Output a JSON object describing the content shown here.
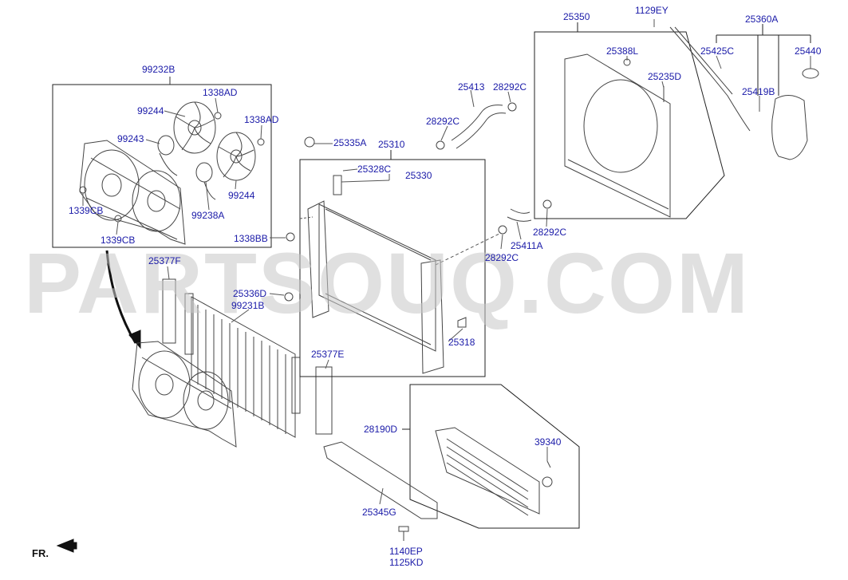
{
  "watermark": "PARTSOUQ.COM",
  "direction_label": "FR.",
  "part_labels": {
    "p99232B": "99232B",
    "p1338AD_a": "1338AD",
    "p99244_a": "99244",
    "p1338AD_b": "1338AD",
    "p99243": "99243",
    "p99244_b": "99244",
    "p1339CB_a": "1339CB",
    "p99238A": "99238A",
    "p1339CB_b": "1339CB",
    "p25377F": "25377F",
    "p25335A": "25335A",
    "p25310": "25310",
    "p25328C": "25328C",
    "p25330": "25330",
    "p1338BB": "1338BB",
    "p25336D": "25336D",
    "p99231B": "99231B",
    "p25318": "25318",
    "p25377E": "25377E",
    "p25413": "25413",
    "p28292C_a": "28292C",
    "p28292C_b": "28292C",
    "p28292C_c": "28292C",
    "p25411A": "25411A",
    "p28292C_d": "28292C",
    "p25350": "25350",
    "p1129EY": "1129EY",
    "p25360A": "25360A",
    "p25388L": "25388L",
    "p25425C": "25425C",
    "p25440": "25440",
    "p25235D": "25235D",
    "p25419B": "25419B",
    "p28190D": "28190D",
    "p39340": "39340",
    "p25345G": "25345G",
    "p1140EP": "1140EP",
    "p1125KD": "1125KD"
  },
  "colors": {
    "label": "#1a1aa8",
    "line": "#333333",
    "watermark": "#c8c8c8"
  },
  "icons": {
    "direction_arrow": "arrow-icon"
  }
}
